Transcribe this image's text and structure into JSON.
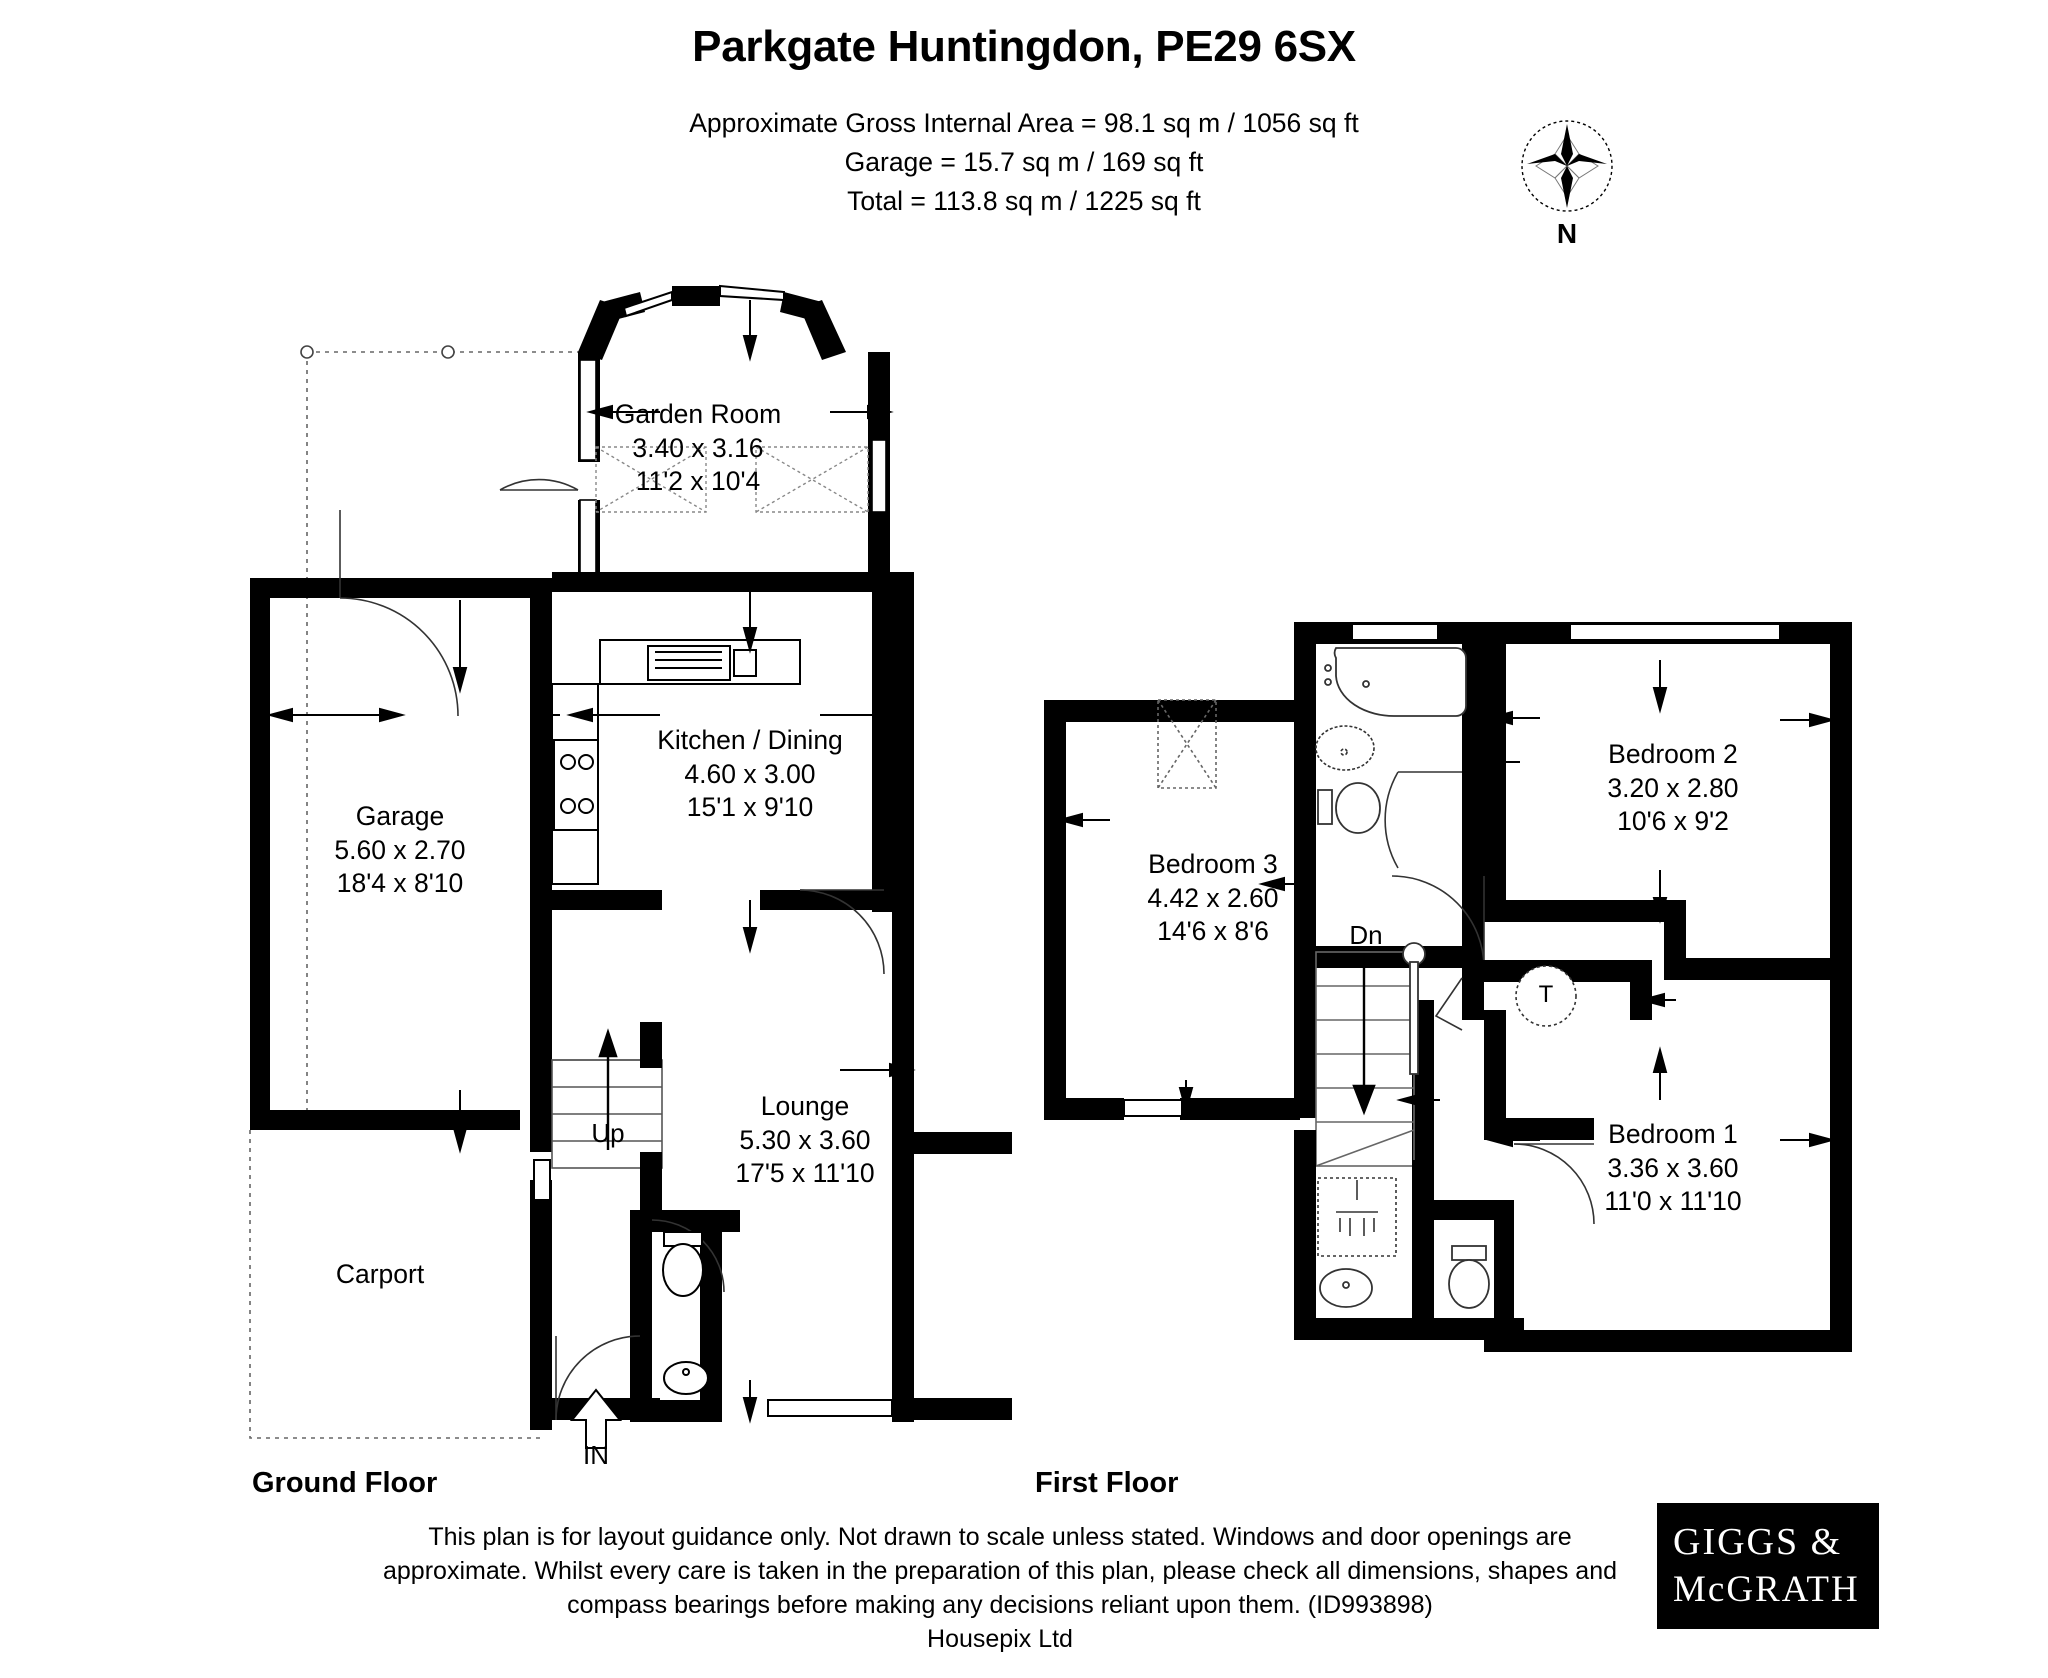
{
  "header": {
    "title": "Parkgate Huntingdon, PE29 6SX",
    "area_lines": [
      "Approximate Gross Internal Area = 98.1 sq m / 1056 sq ft",
      "Garage = 15.7 sq m / 169 sq ft",
      "Total = 113.8 sq m / 1225 sq ft"
    ]
  },
  "compass": {
    "label": "N",
    "icon": "compass-rose-icon"
  },
  "ground_floor": {
    "label": "Ground Floor",
    "rooms": [
      {
        "name": "Garden Room",
        "metric": "3.40 x 3.16",
        "imperial": "11'2 x 10'4"
      },
      {
        "name": "Kitchen / Dining",
        "metric": "4.60 x 3.00",
        "imperial": "15'1 x 9'10"
      },
      {
        "name": "Garage",
        "metric": "5.60 x 2.70",
        "imperial": "18'4 x 8'10"
      },
      {
        "name": "Lounge",
        "metric": "5.30 x 3.60",
        "imperial": "17'5 x 11'10"
      },
      {
        "name": "Carport",
        "metric": "",
        "imperial": ""
      }
    ],
    "markers": {
      "stairs_up": "Up",
      "entrance": "IN"
    }
  },
  "first_floor": {
    "label": "First Floor",
    "rooms": [
      {
        "name": "Bedroom 2",
        "metric": "3.20 x 2.80",
        "imperial": "10'6 x 9'2"
      },
      {
        "name": "Bedroom 3",
        "metric": "4.42 x 2.60",
        "imperial": "14'6 x 8'6"
      },
      {
        "name": "Bedroom 1",
        "metric": "3.36 x 3.60",
        "imperial": "11'0 x 11'10"
      }
    ],
    "markers": {
      "stairs_down": "Dn",
      "tank_cupboard": "T"
    }
  },
  "footer": {
    "disclaimer": "This plan is for layout guidance only. Not drawn to scale unless stated. Windows and door openings are approximate. Whilst every care is taken in the preparation of this plan, please check all dimensions, shapes and compass bearings before making any decisions reliant upon them. (ID993898)",
    "producer": "Housepix Ltd"
  },
  "logo": {
    "line1": "GIGGS &",
    "line2": "McGRATH"
  },
  "colors": {
    "wall": "#000000",
    "background": "#ffffff",
    "fixture_line": "#555555",
    "dimension_line": "#000000"
  }
}
